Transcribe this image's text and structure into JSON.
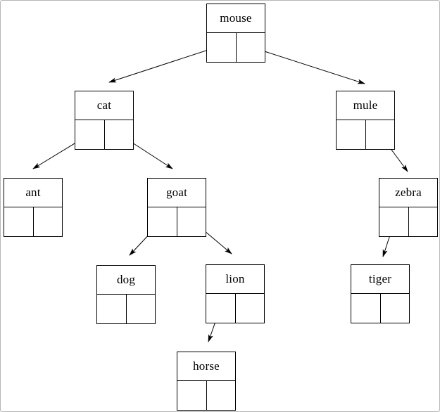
{
  "diagram": {
    "type": "binary-tree",
    "description": "Binary tree of animal names drawn as linked nodes with left/right pointer cells",
    "nodes": [
      {
        "id": "mouse",
        "label": "mouse",
        "left_child": "cat",
        "right_child": "mule"
      },
      {
        "id": "cat",
        "label": "cat",
        "left_child": "ant",
        "right_child": "goat"
      },
      {
        "id": "mule",
        "label": "mule",
        "left_child": null,
        "right_child": "zebra"
      },
      {
        "id": "ant",
        "label": "ant",
        "left_child": null,
        "right_child": null
      },
      {
        "id": "goat",
        "label": "goat",
        "left_child": "dog",
        "right_child": "lion"
      },
      {
        "id": "zebra",
        "label": "zebra",
        "left_child": "tiger",
        "right_child": null
      },
      {
        "id": "dog",
        "label": "dog",
        "left_child": null,
        "right_child": null
      },
      {
        "id": "lion",
        "label": "lion",
        "left_child": "horse",
        "right_child": null
      },
      {
        "id": "tiger",
        "label": "tiger",
        "left_child": null,
        "right_child": null
      },
      {
        "id": "horse",
        "label": "horse",
        "left_child": null,
        "right_child": null
      }
    ],
    "edges": [
      {
        "from": "mouse",
        "slot": "left",
        "to": "cat"
      },
      {
        "from": "mouse",
        "slot": "right",
        "to": "mule"
      },
      {
        "from": "cat",
        "slot": "left",
        "to": "ant"
      },
      {
        "from": "cat",
        "slot": "right",
        "to": "goat"
      },
      {
        "from": "mule",
        "slot": "right",
        "to": "zebra"
      },
      {
        "from": "goat",
        "slot": "left",
        "to": "dog"
      },
      {
        "from": "goat",
        "slot": "right",
        "to": "lion"
      },
      {
        "from": "zebra",
        "slot": "left",
        "to": "tiger"
      },
      {
        "from": "lion",
        "slot": "left",
        "to": "horse"
      }
    ],
    "colors": {
      "line": "#000000",
      "text": "#000000",
      "background": "#ffffff",
      "page_border": "#b5b5b5"
    }
  }
}
